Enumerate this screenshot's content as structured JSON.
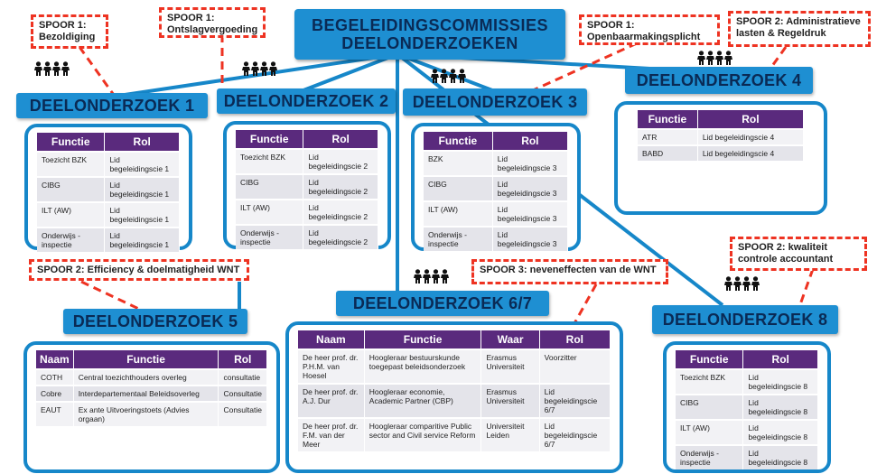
{
  "main_title": {
    "line1": "BEGELEIDINGSCOMMISSIES",
    "line2": "DEELONDERZOEKEN"
  },
  "spoor_notes": {
    "bezoldiging": {
      "line1": "SPOOR 1:",
      "line2": "Bezoldiging"
    },
    "ontslag": {
      "line1": "SPOOR 1:",
      "line2": "Ontslagvergoeding"
    },
    "openbaar": {
      "line1": "SPOOR 1:",
      "line2": "Openbaarmakingsplicht"
    },
    "admin": {
      "line1": "SPOOR 2: Administratieve",
      "line2": "lasten  & Regeldruk"
    },
    "efficiency": {
      "line1": "SPOOR 2: Efficiency & doelmatigheid WNT"
    },
    "neveneffecten": {
      "line1": "SPOOR 3: neveneffecten van de WNT"
    },
    "kwaliteit": {
      "line1": "SPOOR 2: kwaliteit",
      "line2": "controle accountant"
    }
  },
  "deelonderzoeken": {
    "d1": {
      "title": "DEELONDERZOEK 1",
      "headers": [
        "Functie",
        "Rol"
      ],
      "rows": [
        [
          "Toezicht BZK",
          "Lid begeleidingscie 1"
        ],
        [
          "CIBG",
          "Lid begeleidingscie 1"
        ],
        [
          "ILT (AW)",
          "Lid begeleidingscie 1"
        ],
        [
          "Onderwijs - inspectie",
          "Lid begeleidingscie 1"
        ]
      ]
    },
    "d2": {
      "title": "DEELONDERZOEK 2",
      "headers": [
        "Functie",
        "Rol"
      ],
      "rows": [
        [
          "Toezicht BZK",
          "Lid begeleidingscie 2"
        ],
        [
          "CIBG",
          "Lid begeleidingscie 2"
        ],
        [
          "ILT (AW)",
          "Lid begeleidingscie 2"
        ],
        [
          "Onderwijs - inspectie",
          "Lid begeleidingscie 2"
        ]
      ]
    },
    "d3": {
      "title": "DEELONDERZOEK 3",
      "headers": [
        "Functie",
        "Rol"
      ],
      "rows": [
        [
          "BZK",
          "Lid begeleidingscie 3"
        ],
        [
          "CIBG",
          "Lid begeleidingscie 3"
        ],
        [
          "ILT (AW)",
          "Lid begeleidingscie 3"
        ],
        [
          "Onderwijs - inspectie",
          "Lid begeleidingscie 3"
        ]
      ]
    },
    "d4": {
      "title": "DEELONDERZOEK 4",
      "headers": [
        "Functie",
        "Rol"
      ],
      "rows": [
        [
          "ATR",
          "Lid begeleidingscie 4"
        ],
        [
          "BABD",
          "Lid begeleidingscie 4"
        ]
      ]
    },
    "d5": {
      "title": "DEELONDERZOEK 5",
      "headers": [
        "Naam",
        "Functie",
        "Rol"
      ],
      "rows": [
        [
          "COTH",
          "Central toezichthouders overleg",
          "consultatie"
        ],
        [
          "Cobre",
          "Interdepartementaal Beleidsoverleg",
          "Consultatie"
        ],
        [
          "EAUT",
          "Ex ante Uitvoeringstoets (Advies orgaan)",
          "Consultatie"
        ]
      ]
    },
    "d67": {
      "title": "DEELONDERZOEK 6/7",
      "headers": [
        "Naam",
        "Functie",
        "Waar",
        "Rol"
      ],
      "rows": [
        [
          "De heer prof. dr. P.H.M. van Hoesel",
          "Hoogleraar bestuurskunde toegepast beleidsonderzoek",
          "Erasmus Universiteit",
          "Voorzitter"
        ],
        [
          "De heer prof. dr. A.J. Dur",
          "Hoogleraar economie, Academic Partner (CBP)",
          "Erasmus Universiteit",
          "Lid begeleidingscie 6/7"
        ],
        [
          "De heer prof. dr. F.M. van der Meer",
          "Hoogleraar comparitive Public sector and Civil service Reform",
          "Universiteit Leiden",
          "Lid begeleidingscie 6/7"
        ]
      ]
    },
    "d8": {
      "title": "DEELONDERZOEK 8",
      "headers": [
        "Functie",
        "Rol"
      ],
      "rows": [
        [
          "Toezicht BZK",
          "Lid begeleidingscie 8"
        ],
        [
          "CIBG",
          "Lid begeleidingscie 8"
        ],
        [
          "ILT (AW)",
          "Lid begeleidingscie 8"
        ],
        [
          "Onderwijs - inspectie",
          "Lid begeleidingscie 8"
        ]
      ]
    }
  },
  "icons": {
    "group": "people-group-icon",
    "color": "#111111"
  },
  "colors": {
    "connector": "#1687c9",
    "header_bg": "#1e8fd2",
    "table_header": "#5a2a7d",
    "spoor_dash": "#ee3322"
  }
}
